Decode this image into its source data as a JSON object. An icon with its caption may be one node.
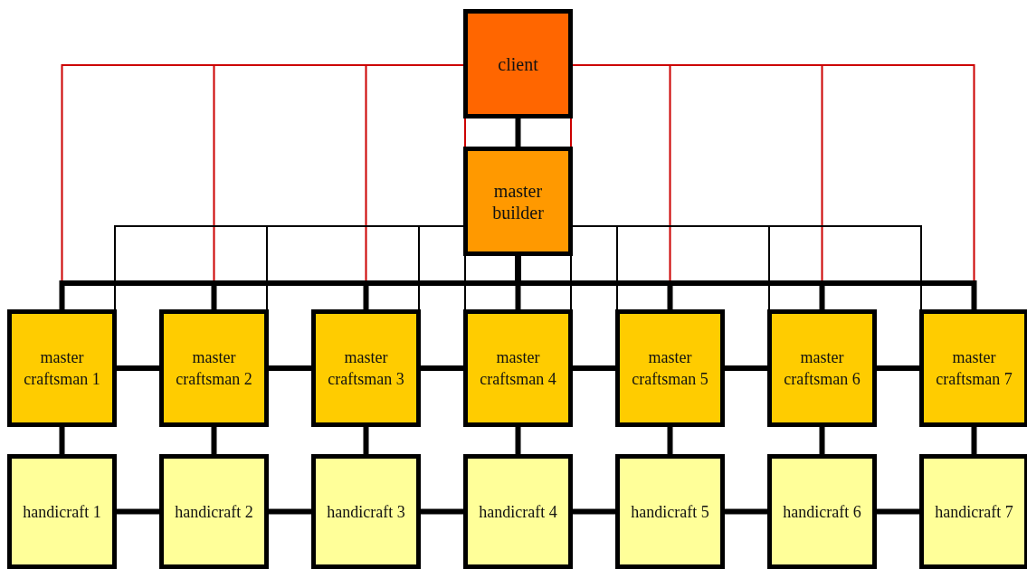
{
  "diagram": {
    "nodes": [
      {
        "text": [
          "client"
        ]
      },
      {
        "text": [
          "master builder"
        ]
      },
      {
        "text": [
          "master craftsman 1"
        ]
      },
      {
        "text": [
          "master craftsman 2"
        ]
      },
      {
        "text": [
          "master craftsman 3"
        ]
      },
      {
        "text": [
          "master craftsman 4"
        ]
      },
      {
        "text": [
          "master craftsman 5"
        ]
      },
      {
        "text": [
          "master craftsman 6"
        ]
      },
      {
        "text": [
          "master craftsman 7"
        ]
      },
      {
        "text": [
          "handicraft 1"
        ]
      },
      {
        "text": [
          "handicraft 2"
        ]
      },
      {
        "text": [
          "handicraft 3"
        ]
      },
      {
        "text": [
          "handicraft 4"
        ]
      },
      {
        "text": [
          "handicraft 5"
        ]
      },
      {
        "text": [
          "handicraft 6"
        ]
      },
      {
        "text": [
          "handicraft 7"
        ]
      }
    ],
    "edges": [
      {
        "from": 0,
        "to": 2,
        "arrow": "none",
        "color": "#cc0000"
      },
      {
        "from": 0,
        "to": 3,
        "arrow": "none",
        "color": "#cc0000"
      },
      {
        "from": 0,
        "to": 4,
        "arrow": "none",
        "color": "#cc0000"
      },
      {
        "from": 0,
        "to": 5,
        "arrow": "none",
        "color": "#cc0000"
      },
      {
        "from": 0,
        "to": 6,
        "arrow": "none",
        "color": "#cc0000"
      },
      {
        "from": 0,
        "to": 7,
        "arrow": "none",
        "color": "#cc0000"
      },
      {
        "from": 0,
        "to": 8,
        "arrow": "none",
        "color": "#cc0000"
      },
      {
        "from": 1,
        "to": 2,
        "arrow": "none"
      },
      {
        "from": 1,
        "to": 3,
        "arrow": "none"
      },
      {
        "from": 1,
        "to": 4,
        "arrow": "none"
      },
      {
        "from": 1,
        "to": 5,
        "arrow": "none"
      },
      {
        "from": 1,
        "to": 6,
        "arrow": "none"
      },
      {
        "from": 1,
        "to": 7,
        "arrow": "none"
      },
      {
        "from": 1,
        "to": 8,
        "arrow": "none"
      },
      {
        "from": 0,
        "to": 1,
        "arrow": "none"
      },
      {
        "from": 1,
        "to": 2,
        "arrow": "none"
      },
      {
        "from": 1,
        "to": 3,
        "arrow": "none"
      },
      {
        "from": 1,
        "to": 4,
        "arrow": "none"
      },
      {
        "from": 1,
        "to": 5,
        "arrow": "none"
      },
      {
        "from": 1,
        "to": 6,
        "arrow": "none"
      },
      {
        "from": 1,
        "to": 7,
        "arrow": "none"
      },
      {
        "from": 1,
        "to": 8,
        "arrow": "none"
      },
      {
        "from": 2,
        "to": 3,
        "arrow": "none"
      },
      {
        "from": 3,
        "to": 4,
        "arrow": "none"
      },
      {
        "from": 4,
        "to": 5,
        "arrow": "none"
      },
      {
        "from": 5,
        "to": 6,
        "arrow": "none"
      },
      {
        "from": 6,
        "to": 7,
        "arrow": "none"
      },
      {
        "from": 7,
        "to": 8,
        "arrow": "none"
      },
      {
        "from": 2,
        "to": 9,
        "arrow": "none"
      },
      {
        "from": 3,
        "to": 10,
        "arrow": "none"
      },
      {
        "from": 4,
        "to": 11,
        "arrow": "none"
      },
      {
        "from": 5,
        "to": 12,
        "arrow": "none"
      },
      {
        "from": 6,
        "to": 13,
        "arrow": "none"
      },
      {
        "from": 7,
        "to": 14,
        "arrow": "none"
      },
      {
        "from": 8,
        "to": 15,
        "arrow": "none"
      },
      {
        "from": 9,
        "to": 10,
        "arrow": "none"
      },
      {
        "from": 10,
        "to": 11,
        "arrow": "none"
      },
      {
        "from": 11,
        "to": 12,
        "arrow": "none"
      },
      {
        "from": 12,
        "to": 13,
        "arrow": "none"
      },
      {
        "from": 13,
        "to": 14,
        "arrow": "none"
      },
      {
        "from": 14,
        "to": 15,
        "arrow": "none"
      }
    ]
  }
}
